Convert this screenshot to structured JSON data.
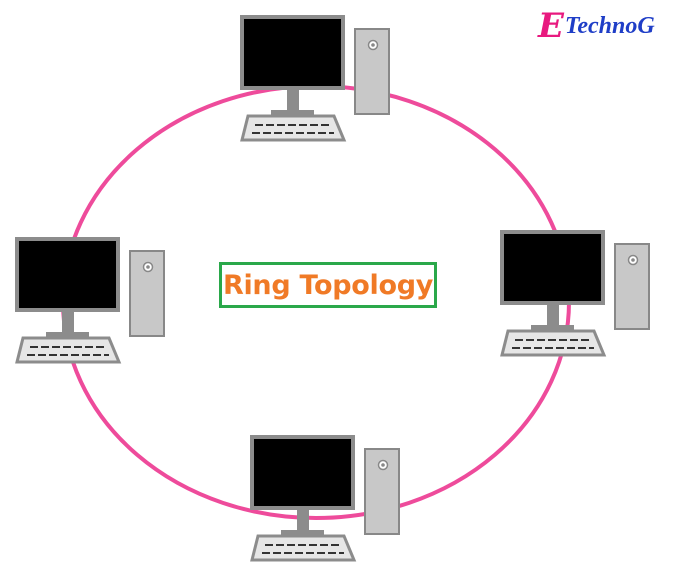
{
  "title": "Ring Topology",
  "logo": {
    "letter": "E",
    "text": "TechnoG"
  },
  "nodes": [
    {
      "name": "computer-top"
    },
    {
      "name": "computer-right"
    },
    {
      "name": "computer-bottom"
    },
    {
      "name": "computer-left"
    }
  ],
  "colors": {
    "ring": "#ee4b9b",
    "title_text": "#f07a26",
    "title_border": "#2aa84a",
    "logo_e": "#e8197f",
    "logo_text": "#1f3ec7",
    "monitor_frame": "#8c8c8c",
    "monitor_screen": "#000000",
    "tower": "#c8c8c8"
  }
}
